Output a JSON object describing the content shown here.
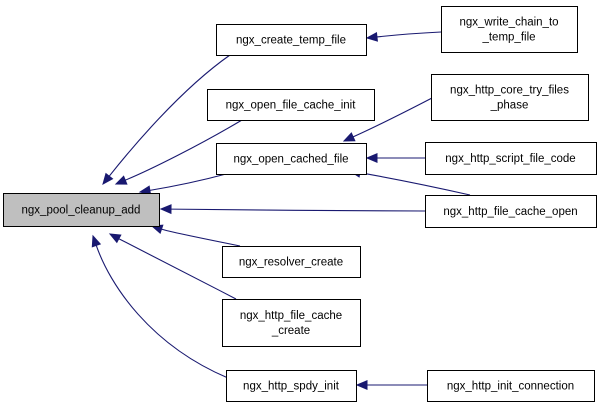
{
  "graph": {
    "root": "ngx_pool_cleanup_add",
    "nodes": {
      "pool_cleanup_add": {
        "lines": [
          "ngx_pool_cleanup_add"
        ],
        "highlighted": true
      },
      "create_temp_file": {
        "lines": [
          "ngx_create_temp_file"
        ]
      },
      "write_chain_to_temp_file": {
        "lines": [
          "ngx_write_chain_to",
          "_temp_file"
        ]
      },
      "open_file_cache_init": {
        "lines": [
          "ngx_open_file_cache_init"
        ]
      },
      "open_cached_file": {
        "lines": [
          "ngx_open_cached_file"
        ]
      },
      "http_core_try_files_phase": {
        "lines": [
          "ngx_http_core_try_files",
          "_phase"
        ]
      },
      "http_script_file_code": {
        "lines": [
          "ngx_http_script_file_code"
        ]
      },
      "http_file_cache_open": {
        "lines": [
          "ngx_http_file_cache_open"
        ]
      },
      "resolver_create": {
        "lines": [
          "ngx_resolver_create"
        ]
      },
      "http_file_cache_create": {
        "lines": [
          "ngx_http_file_cache",
          "_create"
        ]
      },
      "http_spdy_init": {
        "lines": [
          "ngx_http_spdy_init"
        ]
      },
      "http_init_connection": {
        "lines": [
          "ngx_http_init_connection"
        ]
      }
    },
    "edges": [
      {
        "from": "create_temp_file",
        "to": "pool_cleanup_add"
      },
      {
        "from": "open_file_cache_init",
        "to": "pool_cleanup_add"
      },
      {
        "from": "open_cached_file",
        "to": "pool_cleanup_add"
      },
      {
        "from": "http_file_cache_open",
        "to": "pool_cleanup_add"
      },
      {
        "from": "resolver_create",
        "to": "pool_cleanup_add"
      },
      {
        "from": "http_file_cache_create",
        "to": "pool_cleanup_add"
      },
      {
        "from": "http_spdy_init",
        "to": "pool_cleanup_add"
      },
      {
        "from": "write_chain_to_temp_file",
        "to": "create_temp_file"
      },
      {
        "from": "http_core_try_files_phase",
        "to": "open_cached_file"
      },
      {
        "from": "http_script_file_code",
        "to": "open_cached_file"
      },
      {
        "from": "http_file_cache_open",
        "to": "open_cached_file"
      },
      {
        "from": "http_init_connection",
        "to": "http_spdy_init"
      }
    ]
  },
  "colors": {
    "edge": "#191970",
    "node_border": "#000000",
    "node_fill": "#ffffff",
    "highlight_fill": "#bfbfbf",
    "text": "#000000"
  }
}
